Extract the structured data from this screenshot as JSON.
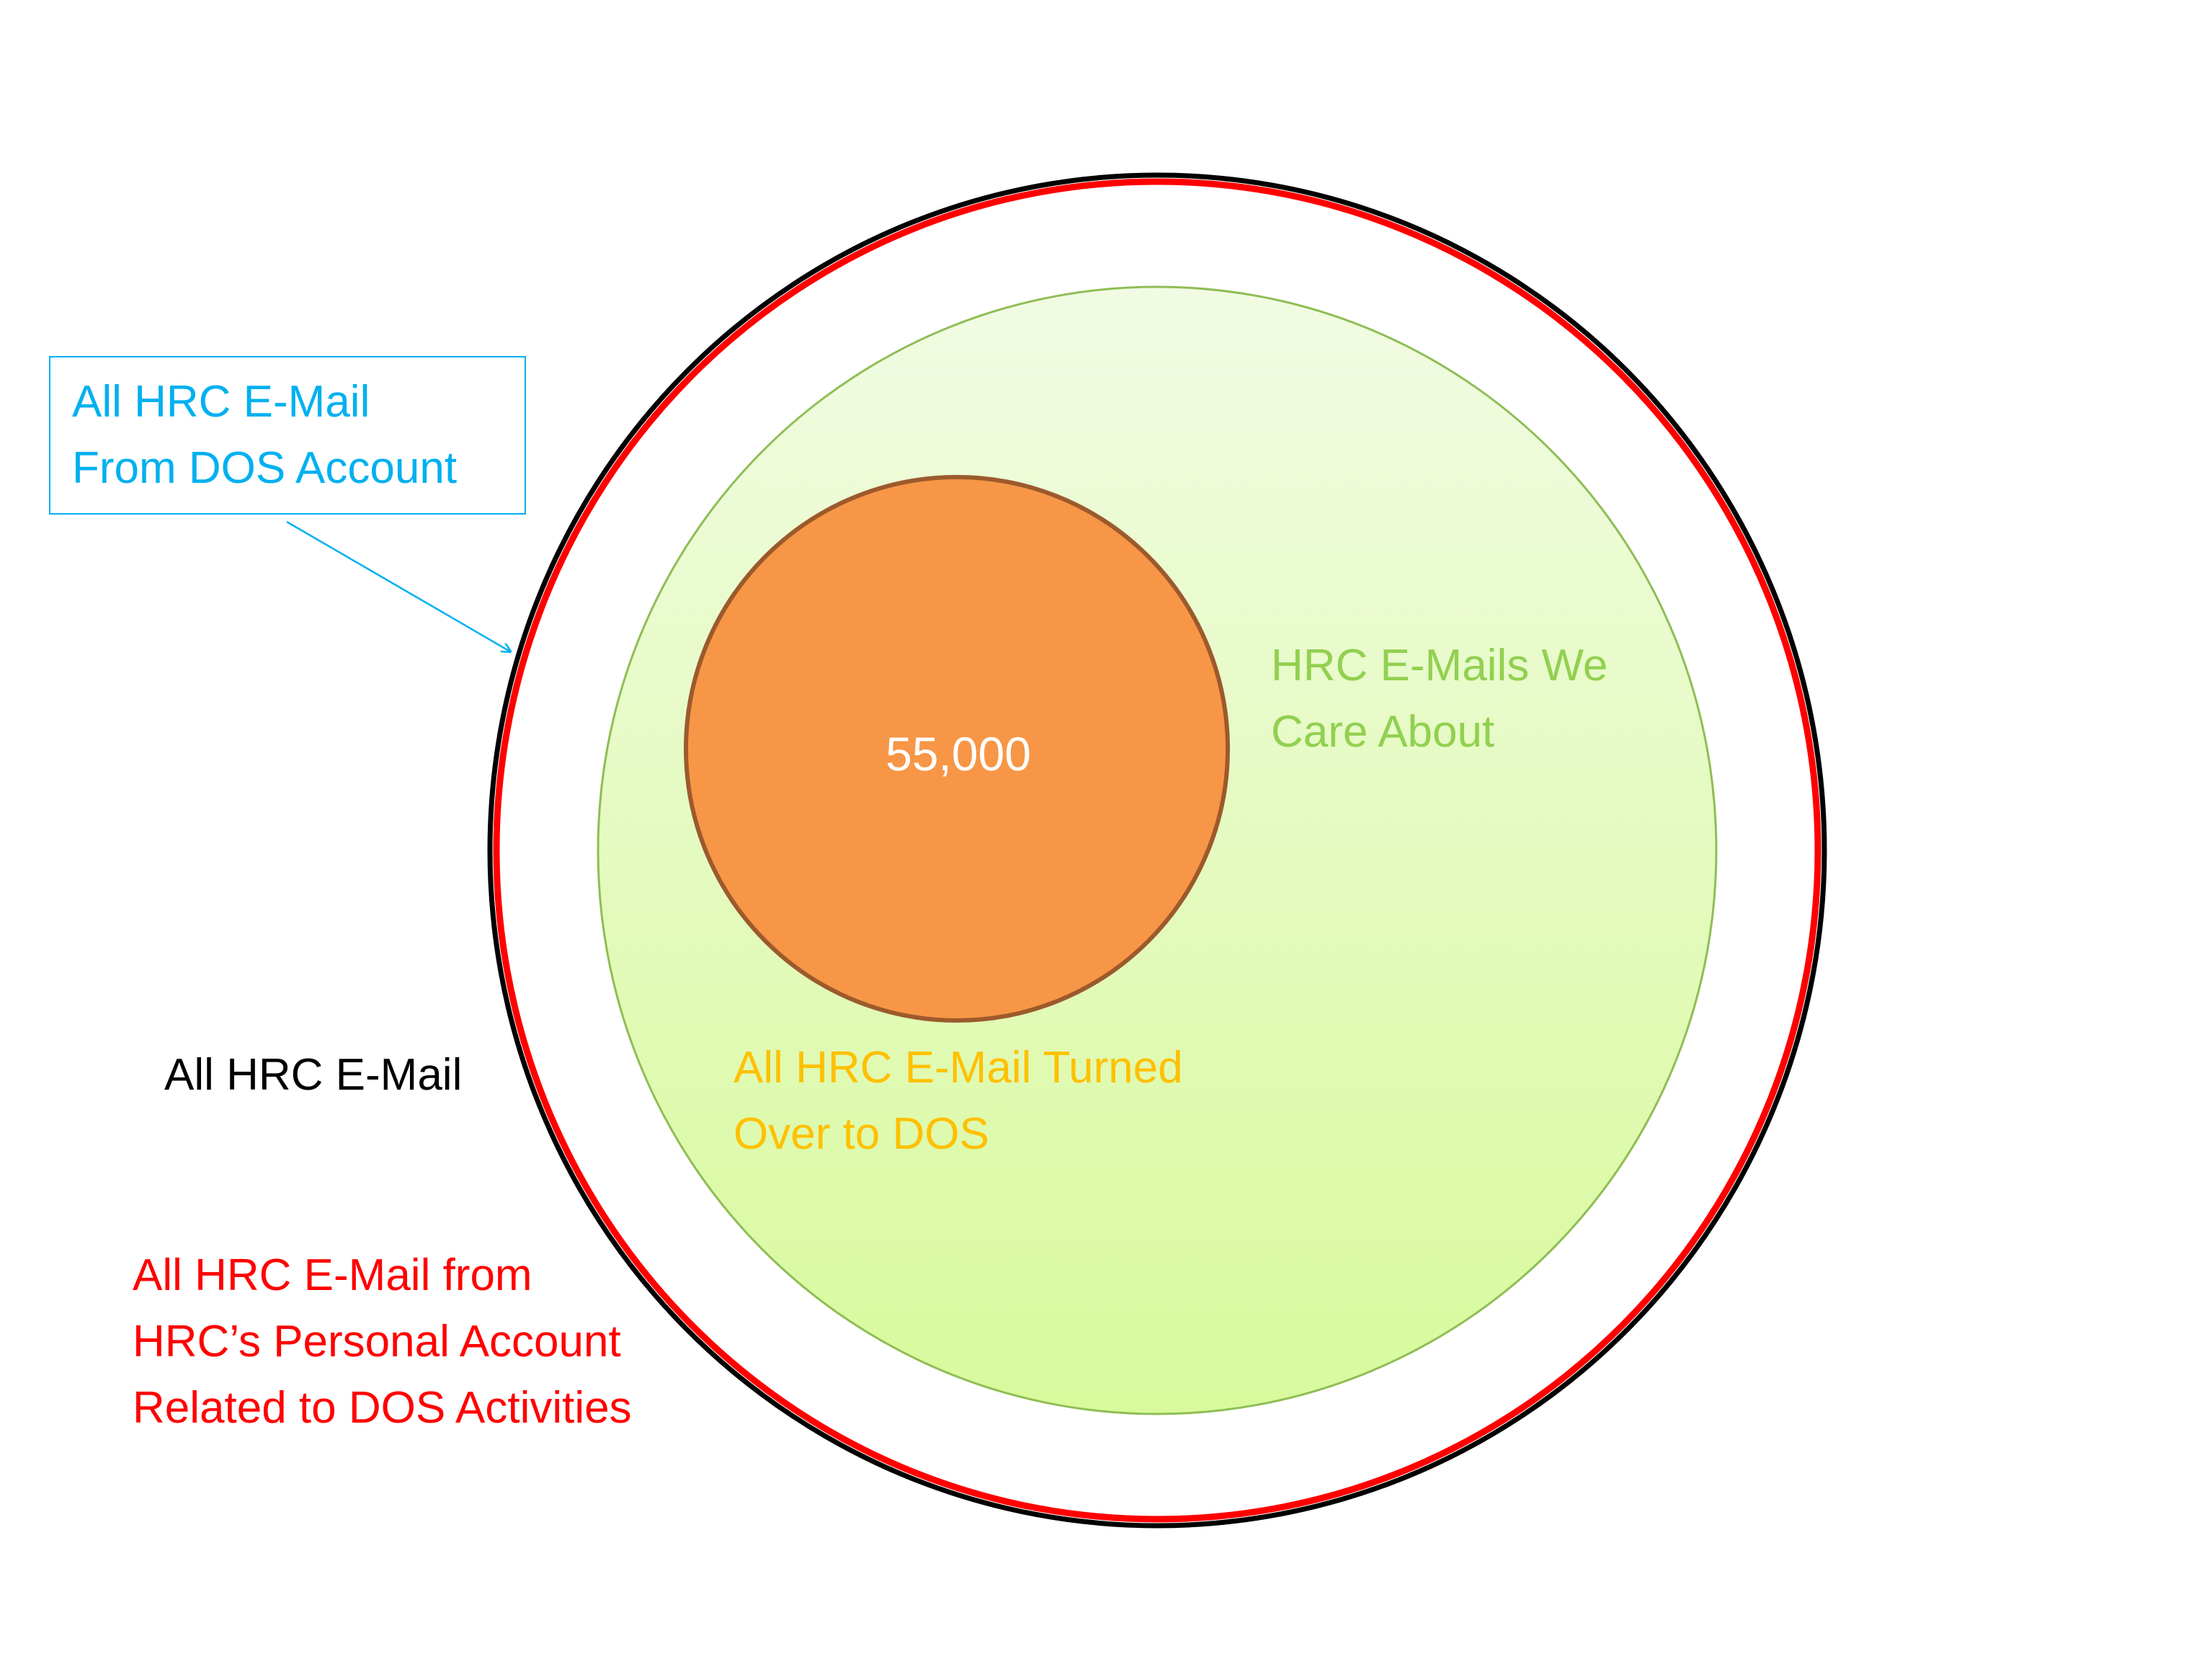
{
  "colors": {
    "outer_black_stroke": "#000000",
    "outer_red_stroke": "#ff0000",
    "green_fill_top": "#f1fbe3",
    "green_fill_bottom": "#d8fa9c",
    "green_stroke": "#8fbd55",
    "orange_fill": "#f79646",
    "orange_stroke": "#9c5a2c",
    "callout_blue": "#00b0f0",
    "green_text": "#92d050",
    "orange_text": "#ffc000",
    "red_text": "#ff0000",
    "black_text": "#000000",
    "white_text": "#ffffff"
  },
  "labels": {
    "dos_account": [
      "All HRC E-Mail",
      "From DOS Account"
    ],
    "care_about": [
      "HRC E-Mails We",
      "Care About"
    ],
    "turned_over": [
      "All HRC E-Mail Turned",
      "Over to DOS"
    ],
    "all_email": "All HRC E-Mail",
    "personal_account": [
      "All HRC E-Mail from",
      "HRC’s Personal Account",
      "Related to DOS Activities"
    ],
    "count": "55,000"
  }
}
